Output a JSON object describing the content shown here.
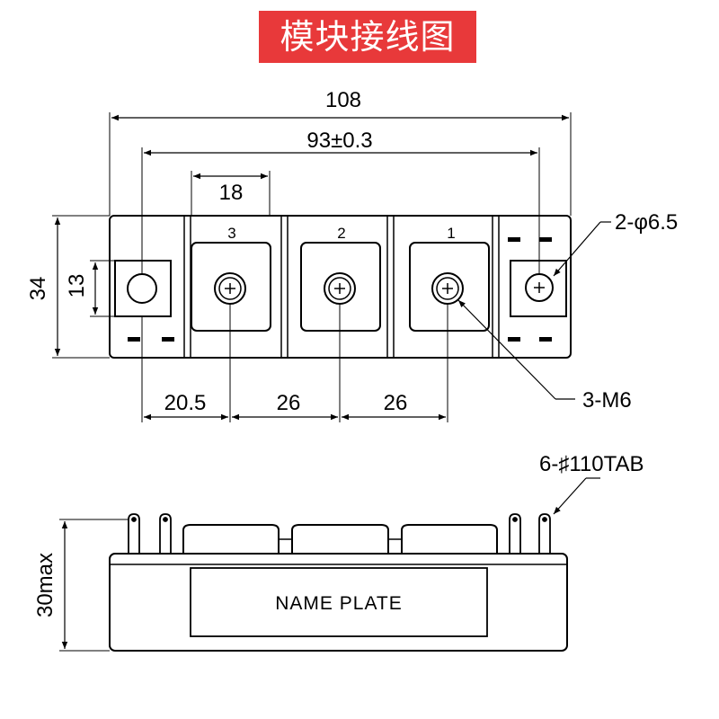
{
  "title": "模块接线图",
  "colors": {
    "banner_bg": "#e8393a",
    "banner_text": "#ffffff",
    "line": "#000000"
  },
  "top_view": {
    "dimensions": {
      "overall_width": "108",
      "mount_hole_spacing": "93±0.3",
      "terminal_block_width": "18",
      "overall_height": "34",
      "mount_tab_height": "13",
      "first_terminal_offset": "20.5",
      "terminal_pitch_a": "26",
      "terminal_pitch_b": "26"
    },
    "terminal_numbers": [
      "3",
      "2",
      "1"
    ],
    "callouts": {
      "mount_hole": "2-φ6.5",
      "screw": "3-M6"
    }
  },
  "side_view": {
    "height_label": "30max",
    "tab_callout": "6-♯110TAB",
    "name_plate": "NAME PLATE"
  }
}
